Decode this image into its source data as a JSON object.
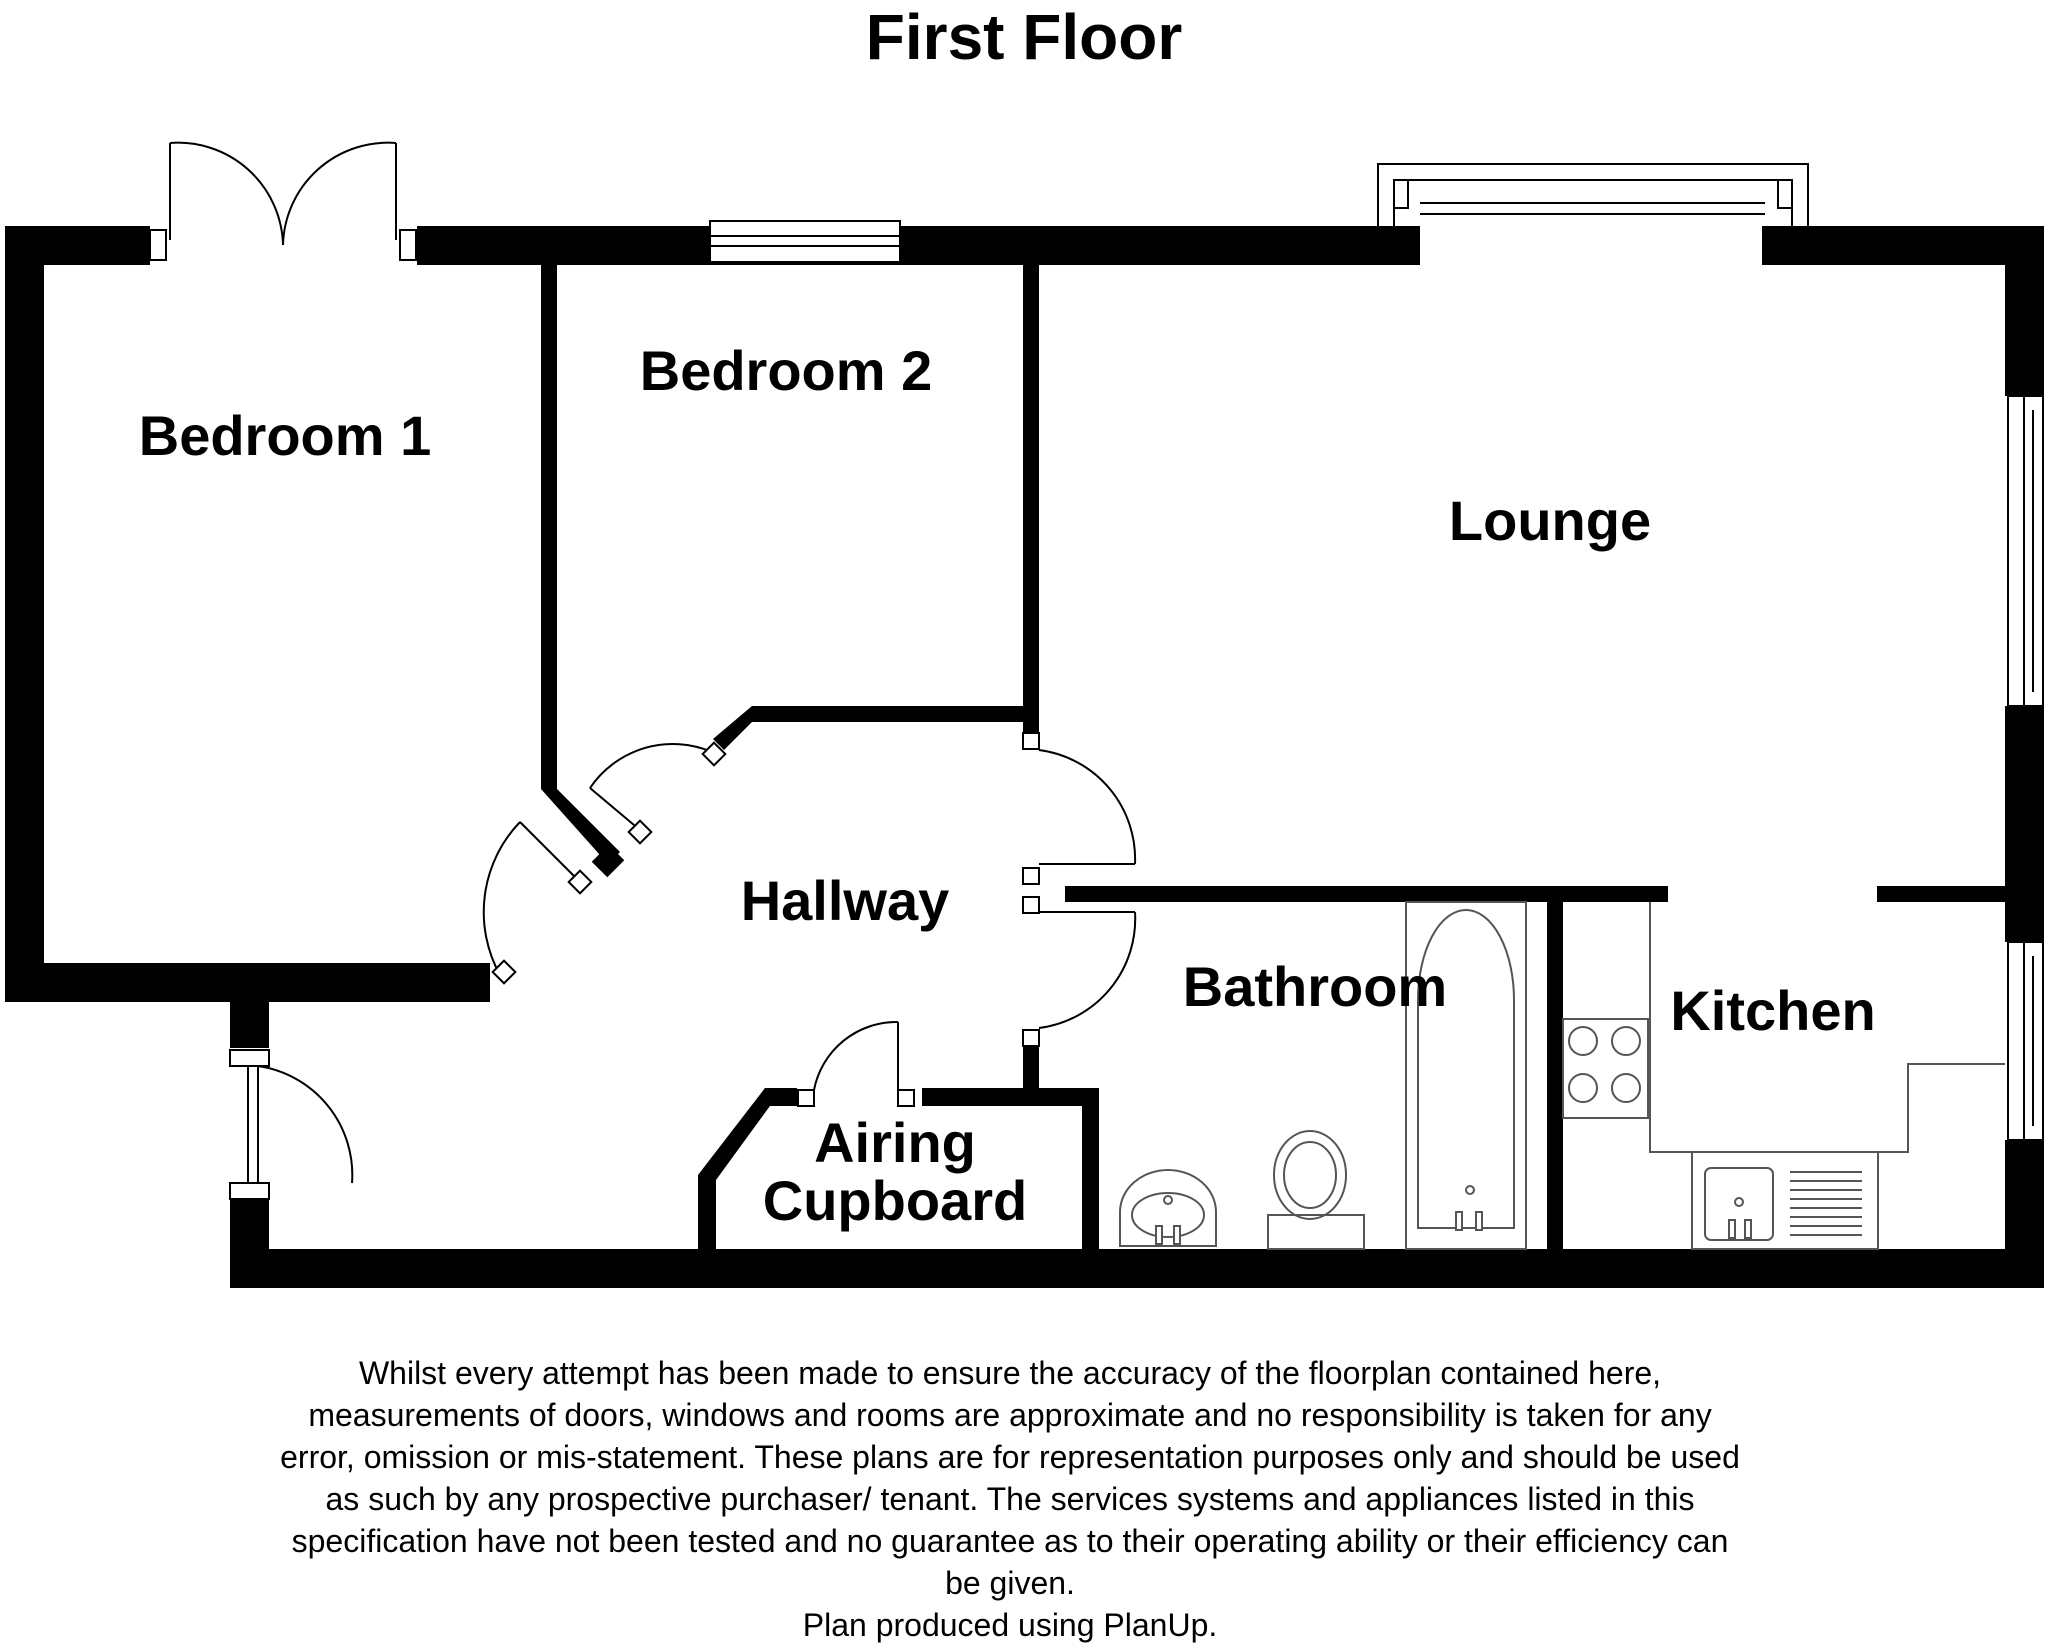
{
  "title": "First Floor",
  "rooms": {
    "bedroom1": "Bedroom 1",
    "bedroom2": "Bedroom 2",
    "lounge": "Lounge",
    "hallway": "Hallway",
    "bathroom": "Bathroom",
    "kitchen": "Kitchen",
    "airing_line1": "Airing",
    "airing_line2": "Cupboard"
  },
  "disclaimer": [
    "Whilst every attempt has been made to ensure the accuracy of the floorplan contained here,",
    "measurements of doors, windows and rooms are approximate and no responsibility is taken for any",
    "error, omission or mis-statement. These plans are for representation purposes only and should be used",
    "as such by any prospective purchaser/ tenant. The services systems and appliances listed in this",
    "specification have not been tested and no guarantee as to their operating ability or their efficiency can",
    "be given.",
    "Plan produced using PlanUp."
  ],
  "colors": {
    "wall": "#000000",
    "fixture": "#555555",
    "background": "#ffffff"
  }
}
